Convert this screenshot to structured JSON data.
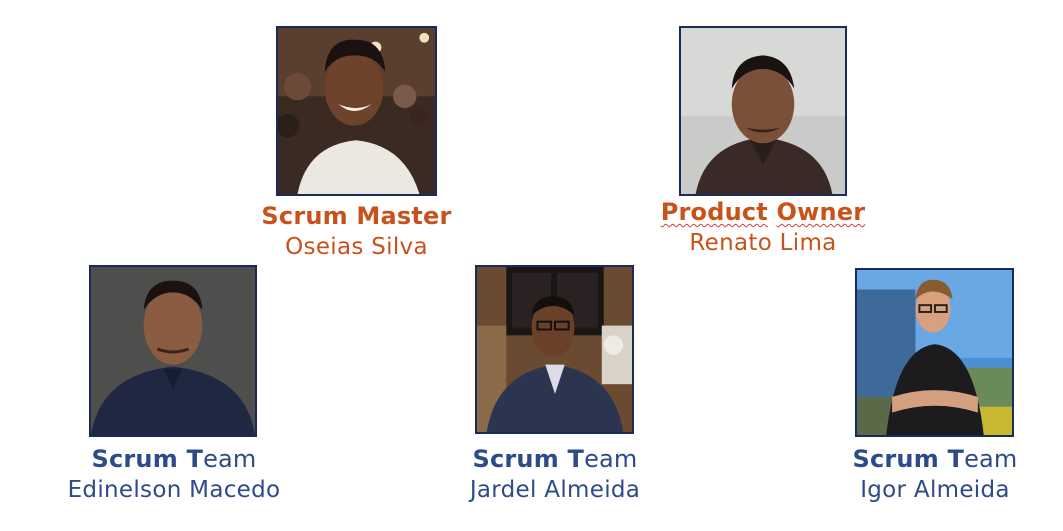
{
  "members": [
    {
      "role": "Scrum Master",
      "name": "Oseias Silva"
    },
    {
      "role_part1": "Product",
      "role_part2": "Owner",
      "name": "Renato Lima"
    },
    {
      "role_part1": "Scrum T",
      "role_part2": "eam",
      "name": "Edinelson Macedo"
    },
    {
      "role_part1": "Scrum T",
      "role_part2": "eam",
      "name": "Jardel Almeida"
    },
    {
      "role_part1": "Scrum T",
      "role_part2": "eam",
      "name": "Igor Almeida"
    }
  ],
  "colors": {
    "orange": "#c9521b",
    "blue": "#2d4b8a",
    "frame": "#1a2a5a"
  }
}
